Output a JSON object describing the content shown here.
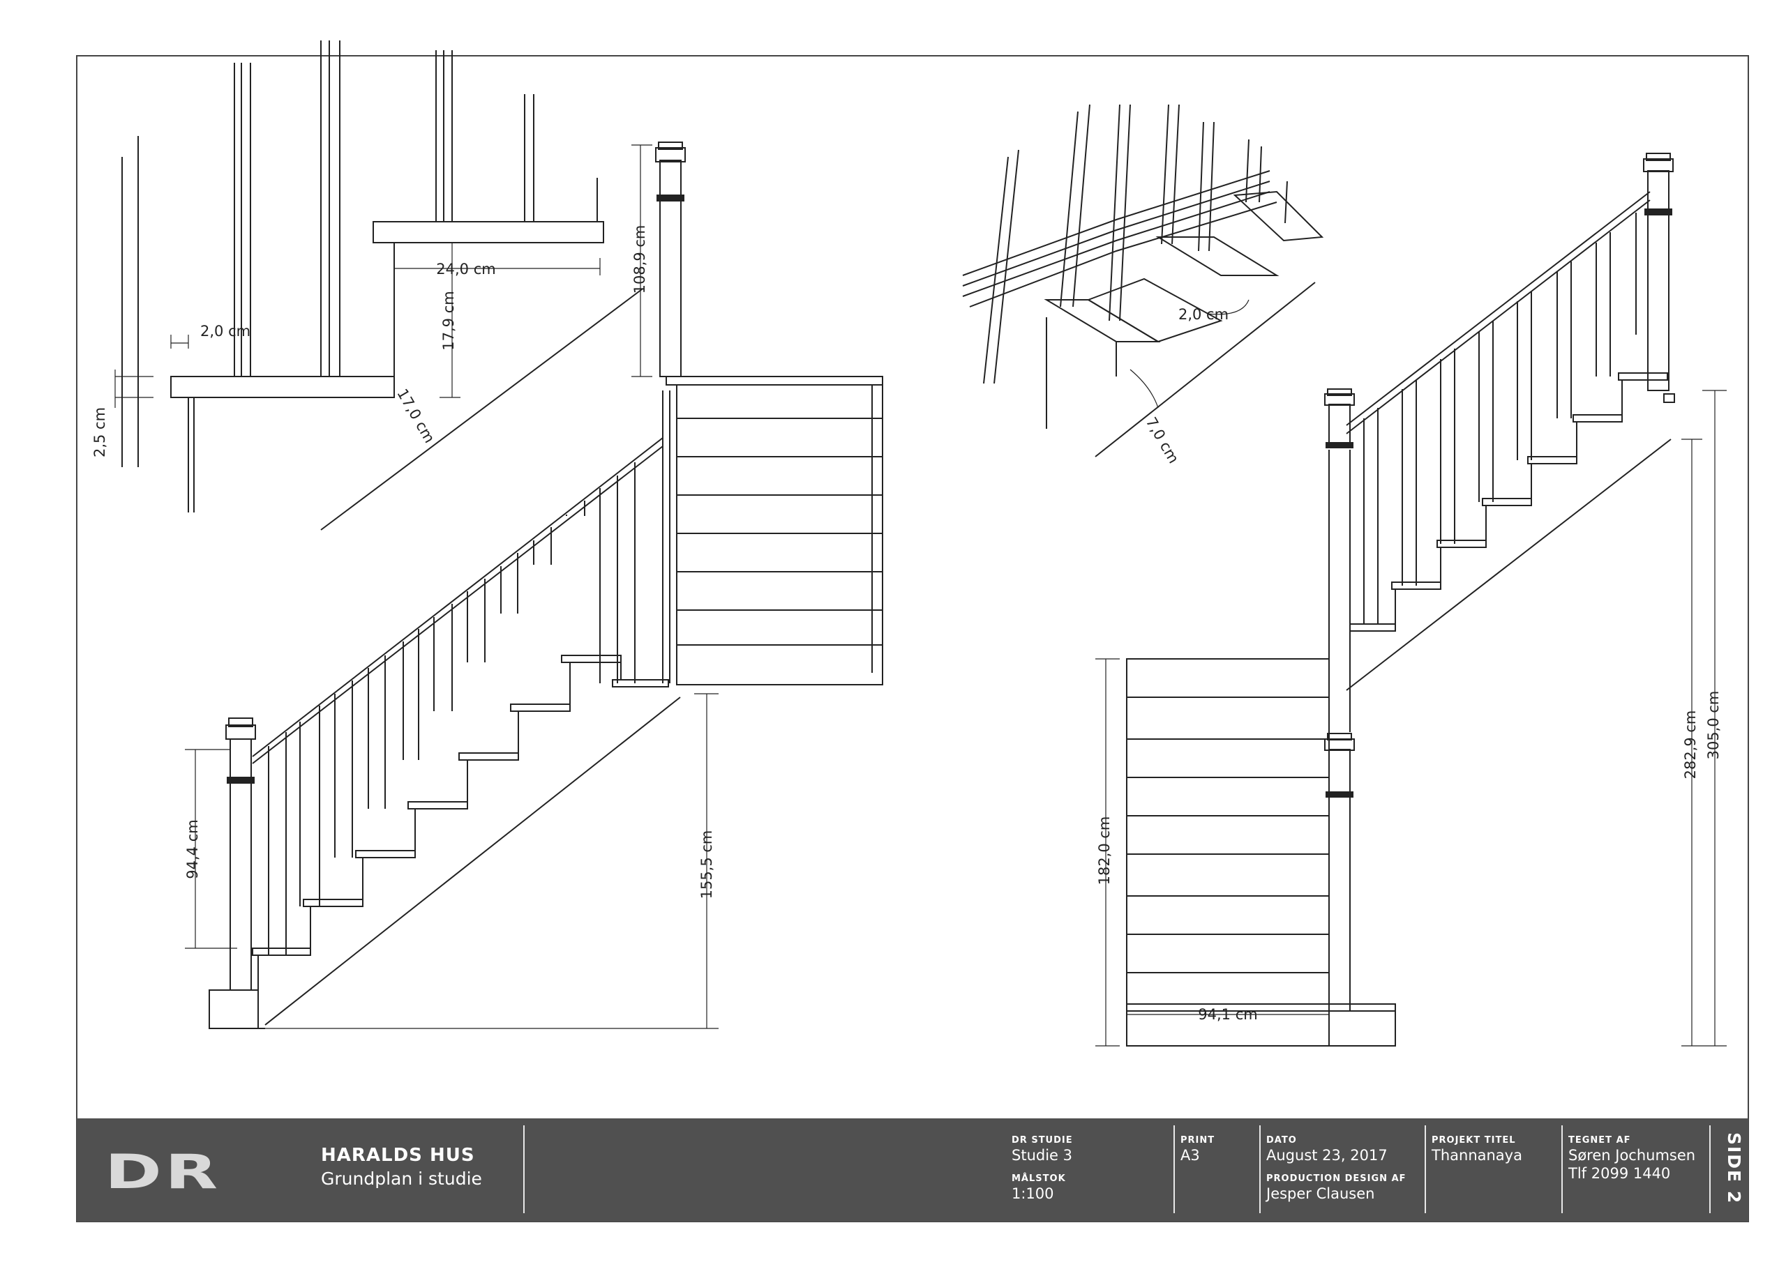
{
  "dimensions": {
    "d_24": "24,0 cm",
    "d_20a": "2,0 cm",
    "d_179": "17,9 cm",
    "d_1089": "108,9 cm",
    "d_25": "2,5 cm",
    "d_170": "17,0 cm",
    "d_944": "94,4 cm",
    "d_1555": "155,5 cm",
    "d_20b": "2,0 cm",
    "d_70": "7,0 cm",
    "d_1820": "182,0 cm",
    "d_941": "94,1 cm",
    "d_2829": "282,9 cm",
    "d_3050": "305,0 cm"
  },
  "title_block": {
    "logo": "DR",
    "project_name": "HARALDS HUS",
    "project_subtitle": "Grundplan i studie",
    "dr_studie_label": "DR STUDIE",
    "dr_studie_value": "Studie 3",
    "malstok_label": "MÅLSTOK",
    "malstok_value": "1:100",
    "print_label": "PRINT",
    "print_value": "A3",
    "dato_label": "DATO",
    "dato_value": "August 23, 2017",
    "production_label": "PRODUCTION DESIGN AF",
    "production_value": "Jesper Clausen",
    "projekt_label": "PROJEKT TITEL",
    "projekt_value": "Thannanaya",
    "tegnet_label": "TEGNET AF",
    "tegnet_name": "Søren Jochumsen",
    "tegnet_phone": "Tlf 2099 1440",
    "side": "SIDE 2"
  }
}
